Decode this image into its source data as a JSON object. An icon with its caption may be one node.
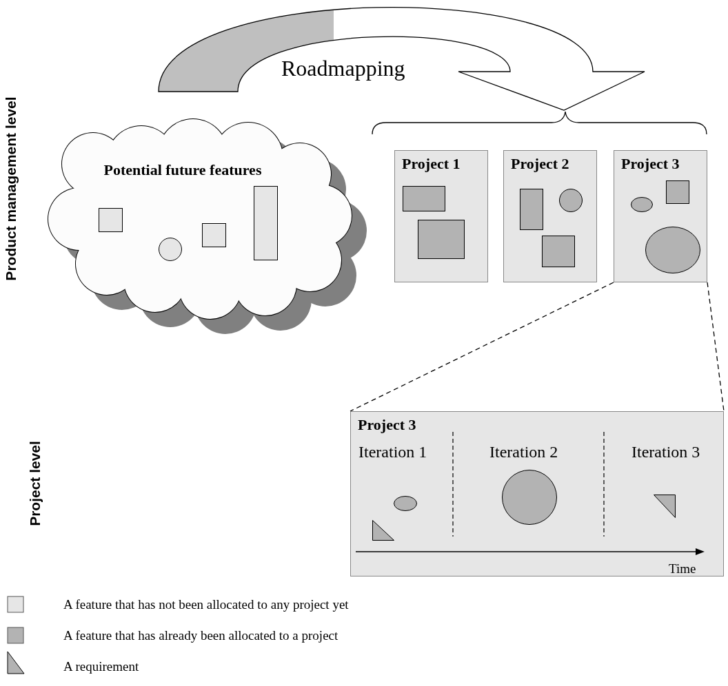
{
  "diagram": {
    "nodes": [
      {
        "text": [
          "Potential future features"
        ]
      },
      {
        "text": [],
        "shape": "box",
        "in": 0
      },
      {
        "text": [],
        "shape": "circle",
        "in": 0
      },
      {
        "text": [],
        "shape": "box",
        "in": 0
      },
      {
        "text": [],
        "shape": "box",
        "in": 0
      },
      {
        "text": [
          "Project 1"
        ]
      },
      {
        "text": [],
        "shape": "box",
        "in": 5
      },
      {
        "text": [],
        "shape": "box",
        "in": 5
      },
      {
        "text": [
          "Project 2"
        ]
      },
      {
        "text": [],
        "shape": "box",
        "in": 8
      },
      {
        "text": [],
        "shape": "circle",
        "in": 8
      },
      {
        "text": [],
        "shape": "box",
        "in": 8
      },
      {
        "text": [
          "Project 3"
        ]
      },
      {
        "text": [],
        "shape": "ellipse",
        "in": 12
      },
      {
        "text": [],
        "shape": "box",
        "in": 12
      },
      {
        "text": [],
        "shape": "ellipse",
        "in": 12
      },
      {
        "text": [
          "Project 3"
        ]
      },
      {
        "text": [],
        "shape": "triangle",
        "in": 16
      },
      {
        "text": [],
        "shape": "ellipse",
        "in": 16
      },
      {
        "text": [],
        "shape": "circle",
        "in": 16
      },
      {
        "text": [],
        "shape": "triangle",
        "in": 16
      }
    ],
    "edges": [
      {
        "from": 0,
        "to": null,
        "arrow": "to",
        "label": "Roadmapping"
      },
      {
        "from": 12,
        "to": 16,
        "arrow": "none",
        "style": "dashed"
      },
      {
        "from": 12,
        "to": 16,
        "arrow": "none",
        "style": "dashed"
      }
    ],
    "labels": [
      "Product management level",
      "Project level",
      "Iteration 1",
      "Iteration 2",
      "Iteration 3",
      "Time"
    ],
    "legend": [
      {
        "text": "A feature that has not been allocated to any project yet",
        "color": "#e6e6e6"
      },
      {
        "text": "A feature that has already been allocated to a project",
        "color": "#b3b3b3"
      },
      {
        "text": "A requirement"
      }
    ]
  }
}
